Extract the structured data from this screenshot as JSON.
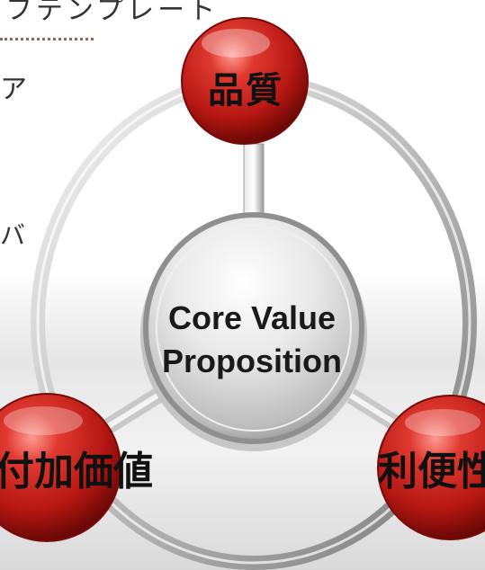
{
  "fragments": {
    "top": "フテンプレート",
    "left_a": "ア",
    "left_ba": "バ"
  },
  "center": {
    "line1": "Core Value",
    "line2": "Proposition"
  },
  "nodes": {
    "top": "品質",
    "left": "付加価値",
    "right": "利便性"
  },
  "colors": {
    "node_red": "#c8201e",
    "ring": "#9a9a9a",
    "core": "#dcdcdc"
  }
}
